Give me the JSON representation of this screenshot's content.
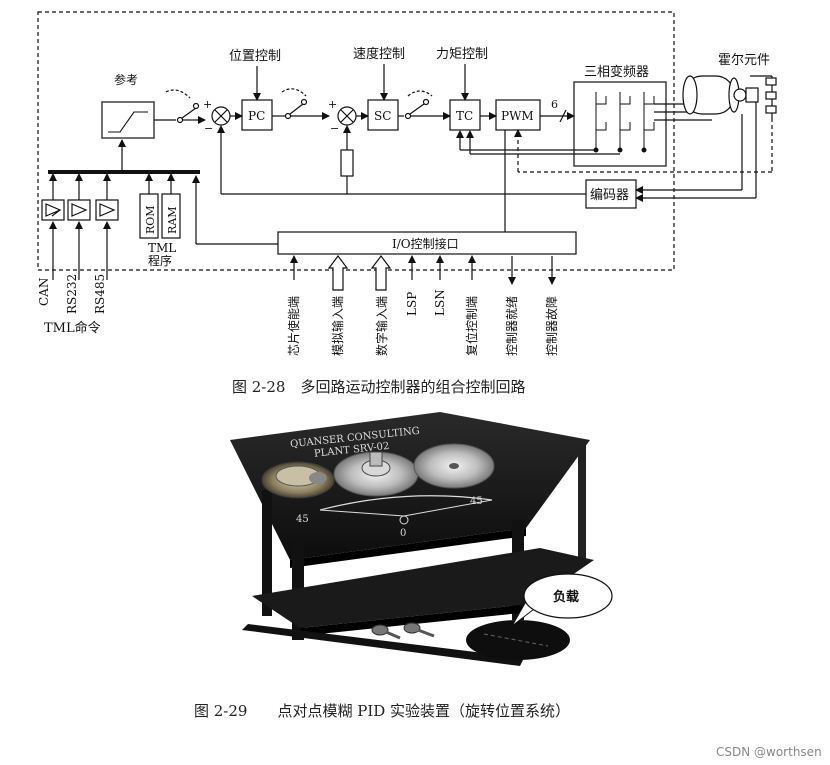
{
  "figure1": {
    "labels": {
      "reference": "参考",
      "position_control": "位置控制",
      "speed_control": "速度控制",
      "torque_control": "力矩控制",
      "three_phase_inverter": "三相变频器",
      "hall_element": "霍尔元件",
      "encoder": "编码器",
      "io_interface": "I/O控制接口",
      "pc": "PC",
      "sc": "SC",
      "tc": "TC",
      "pwm": "PWM",
      "phase_count": "6",
      "rom": "ROM",
      "ram": "RAM",
      "tml_program_line1": "TML",
      "tml_program_line2": "程序",
      "tml_command": "TML命令",
      "plus": "+",
      "minus": "−"
    },
    "comm_inputs": [
      "CAN",
      "RS232",
      "RS485"
    ],
    "io_signals": [
      "芯片使能端",
      "模拟输入端",
      "数字输入端",
      "LSP",
      "LSN",
      "复位控制端",
      "控制器就绪",
      "控制器故障"
    ],
    "caption": "图 2-28　多回路运动控制器的组合控制回路"
  },
  "figure2": {
    "plant_text_line1": "QUANSER CONSULTING",
    "plant_text_line2": "PLANT SRV-02",
    "scale_left": "45",
    "scale_center": "0",
    "scale_right": "45",
    "load_label": "负载",
    "caption": "图 2-29　　点对点模糊 PID 实验装置（旋转位置系统）"
  },
  "watermark": "CSDN @worthsen"
}
